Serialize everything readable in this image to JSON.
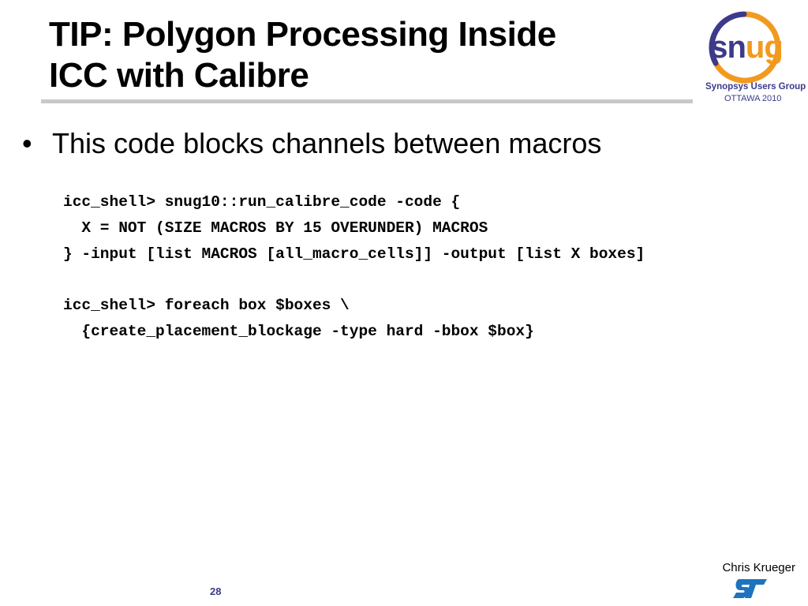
{
  "slide": {
    "title_lines": [
      "TIP: Polygon Processing Inside",
      "ICC with Calibre"
    ],
    "bullets": [
      {
        "marker": "•",
        "text": "This code blocks channels between macros"
      }
    ],
    "code_lines": [
      "icc_shell> snug10::run_calibre_code -code {",
      "  X = NOT (SIZE MACROS BY 15 OVERUNDER) MACROS",
      "} -input [list MACROS [all_macro_cells]] -output [list X boxes]",
      "",
      "icc_shell> foreach box $boxes \\",
      "  {create_placement_blockage -type hard -bbox $box}"
    ],
    "author": "Chris Krueger",
    "page_number": "28"
  },
  "logo": {
    "word_part_1": "sn",
    "word_part_2": "ug",
    "caption": "Synopsys Users Group",
    "subcaption": "OTTAWA 2010",
    "icon": "snug-logo-icon"
  },
  "footer_logo": {
    "icon": "st-logo-icon"
  },
  "colors": {
    "title_rule": "#c8c8c8",
    "snug_navy": "#3d3a8a",
    "snug_orange": "#f29a1f",
    "st_blue": "#1e73be"
  }
}
